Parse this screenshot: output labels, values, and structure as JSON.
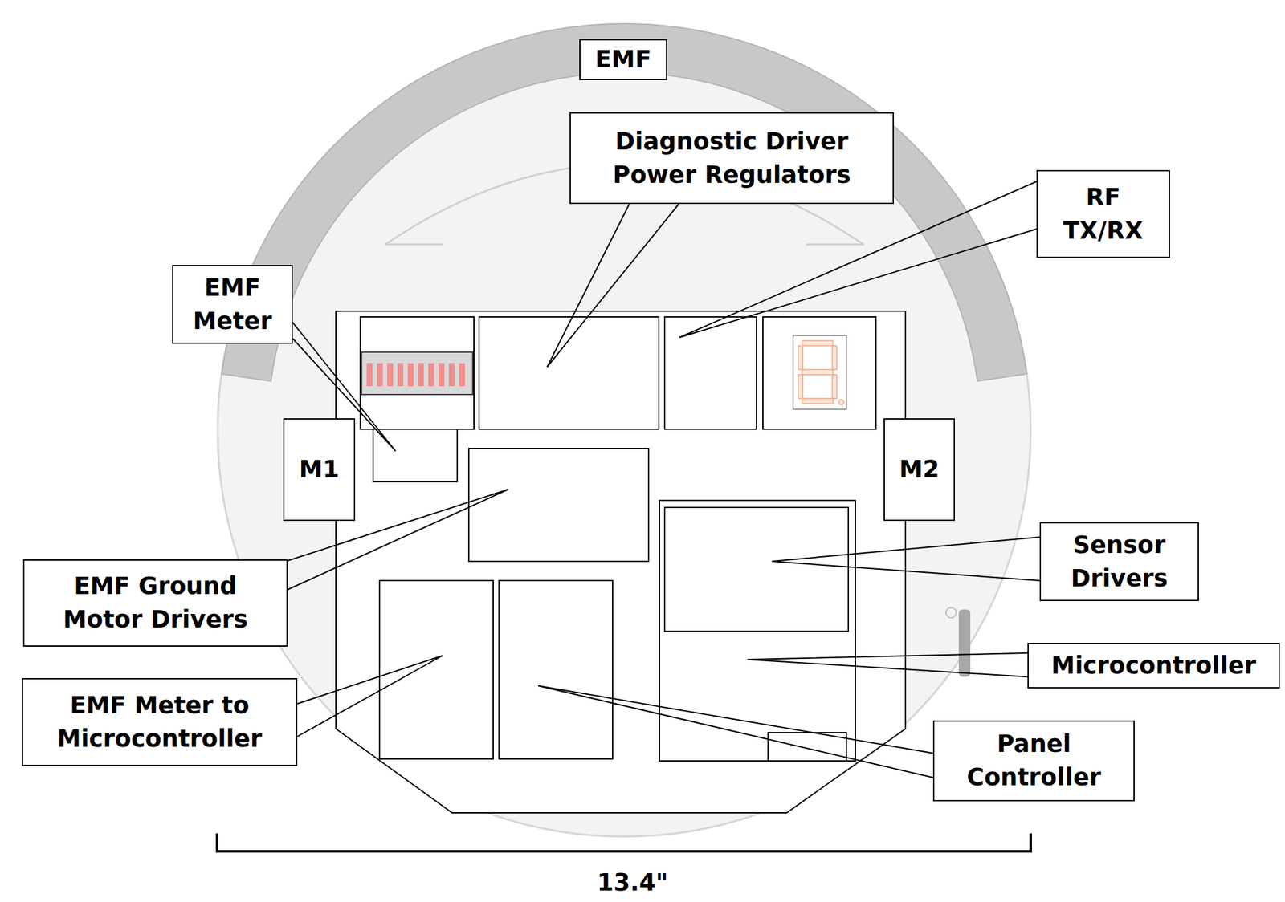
{
  "diagram": {
    "nodes": [
      {
        "text": [
          "EMF"
        ]
      },
      {
        "text": [
          "Diagnostic Driver Power Regulators"
        ]
      },
      {
        "text": [
          "RF TX/RX"
        ]
      },
      {
        "text": [
          "EMF Meter"
        ]
      },
      {
        "text": [
          "M1"
        ]
      },
      {
        "text": [
          "M2"
        ]
      },
      {
        "text": [
          "Sensor Drivers"
        ]
      },
      {
        "text": [
          "EMF Ground Motor Drivers"
        ]
      },
      {
        "text": [
          "Microcontroller"
        ]
      },
      {
        "text": [
          "EMF Meter to Microcontroller"
        ]
      },
      {
        "text": [
          "Panel Controller"
        ]
      }
    ],
    "labels": [
      "13.4\""
    ]
  }
}
